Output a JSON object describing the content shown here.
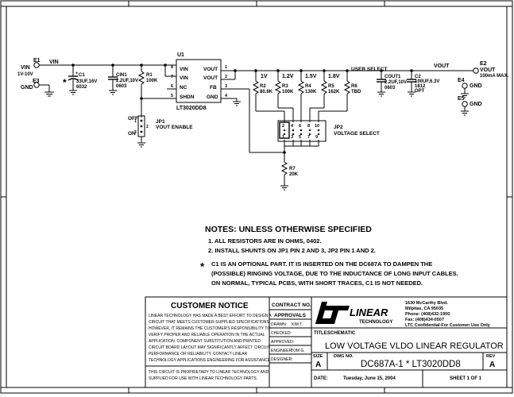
{
  "schematic": {
    "e1": {
      "ref": "E1",
      "net": "VIN",
      "range": "1V-10V"
    },
    "e3": {
      "ref": "E3",
      "net": "GND"
    },
    "vin_net": "VIN",
    "c1": {
      "ref": "C1",
      "value": "33UF,16V",
      "part": "6032",
      "mark": "*"
    },
    "cin1": {
      "ref": "CIN1",
      "value": "2.2UF,10V",
      "size": "0603"
    },
    "r1": {
      "ref": "R1",
      "value": "100K"
    },
    "u1": {
      "ref": "U1",
      "part": "LT3020DD8",
      "left_pins": [
        {
          "num": "8",
          "name": "VIN"
        },
        {
          "num": "7",
          "name": "VIN"
        },
        {
          "num": "6",
          "name": "NC"
        },
        {
          "num": "5",
          "name": "SHDN"
        }
      ],
      "right_pins": [
        {
          "num": "1",
          "name": "VOUT"
        },
        {
          "num": "2",
          "name": "VOUT"
        },
        {
          "num": "3",
          "name": "FB"
        },
        {
          "num": "4",
          "name": "GND"
        }
      ]
    },
    "jp1": {
      "ref": "JP1",
      "label": "VOUT ENABLE",
      "off": "OFF",
      "on": "ON",
      "pins": [
        "1",
        "2",
        "3"
      ]
    },
    "voltages": [
      "1V",
      "1.2V",
      "1.5V",
      "1.8V",
      "USER SELECT"
    ],
    "resistors": [
      {
        "ref": "R2",
        "value": "80.6K"
      },
      {
        "ref": "R3",
        "value": "100K"
      },
      {
        "ref": "R4",
        "value": "130K"
      },
      {
        "ref": "R5",
        "value": "162K"
      },
      {
        "ref": "R6",
        "value": "TBD"
      }
    ],
    "jp2": {
      "ref": "JP2",
      "label": "VOLTAGE SELECT",
      "top_pins": [
        "2",
        "4",
        "6",
        "8",
        "10"
      ],
      "bottom_pins": [
        "1",
        "3",
        "5",
        "7",
        "9"
      ]
    },
    "r7": {
      "ref": "R7",
      "value": "20K"
    },
    "cout1": {
      "ref": "COUT1",
      "value": "2.2UF,10V",
      "size": "0603"
    },
    "c2": {
      "ref": "C2",
      "value": "100UF,6.3V",
      "size": "1812",
      "note": "OPT"
    },
    "vout_net": "VOUT",
    "e2": {
      "ref": "E2",
      "net": "VOUT",
      "rating": "100mA MAX."
    },
    "e4": {
      "ref": "E4",
      "net": "GND"
    },
    "e5": {
      "ref": "E5",
      "net": "GND"
    }
  },
  "notes": {
    "heading": "NOTES:  UNLESS OTHERWISE SPECIFIED",
    "items": [
      "1.  ALL RESISTORS ARE IN OHMS, 0402.",
      "2.  INSTALL SHUNTS ON JP1 PIN 2 AND 3, JP2 PIN 1 AND 2."
    ],
    "star": "*",
    "c1_note": [
      "C1 IS AN OPTIONAL PART.  IT IS INSERTED ON THE DC687A TO DAMPEN THE",
      "(POSSIBLE) RINGING VOLTAGE, DUE TO THE INDUCTANCE OF LONG INPUT CABLES.",
      "ON NORMAL, TYPICAL PCBS, WITH SHORT TRACES, C1 IS NOT NEEDED."
    ]
  },
  "title_block": {
    "customer_notice_title": "CUSTOMER NOTICE",
    "customer_notice": [
      "LINEAR TECHNOLOGY HAS MADE A BEST EFFORT TO DESIGN A",
      "CIRCUIT THAT MEETS CUSTOMER-SUPPLIED SPECIFICATIONS;",
      "HOWEVER, IT REMAINS THE CUSTOMER'S RESPONSIBILITY TO",
      "VERIFY PROPER AND RELIABLE OPERATION IN THE ACTUAL",
      "APPLICATION.  COMPONENT SUBSTITUTION AND PRINTED",
      "CIRCUIT BOARD LAYOUT MAY SIGNIFICANTLY AFFECT CIRCUIT",
      "PERFORMANCE OR RELIABILITY.  CONTACT LINEAR",
      "TECHNOLOGY APPLICATIONS ENGINEERING FOR ASSISTANCE."
    ],
    "proprietary": [
      "THIS CIRCUIT IS PROPRIETARY TO LINEAR TECHNOLOGY AND",
      "SUPPLIED FOR USE WITH LINEAR TECHNOLOGY PARTS."
    ],
    "contract_no": "CONTRACT NO.",
    "approvals": "APPROVALS",
    "drawn_label": "DRAWN:",
    "drawn": "KIM T.",
    "checked_label": "CHECKED:",
    "approved_label": "APPROVED:",
    "engineer_label": "ENGINEER:",
    "engineer": "TOM G.",
    "designer_label": "DESIGNER:",
    "logo_text": "LINEAR",
    "logo_sub": "TECHNOLOGY",
    "address": [
      "1630 McCarthy Blvd.",
      "Milpitas, CA 95035",
      "Phone: (408)432-1900",
      "Fax: (408)434-0507",
      "LTC Confidential-For Customer Use Only"
    ],
    "title_label": "TITLE:",
    "title_kind": "SCHEMATIC",
    "title": "LOW VOLTAGE VLDO LINEAR REGULATOR",
    "size_label": "SIZE",
    "size": "A",
    "dwg_label": "DWG NO.",
    "dwg": "DC687A-1 * LT3020DD8",
    "rev_label": "REV",
    "rev": "A",
    "date_label": "DATE:",
    "date": "Tuesday, June 15, 2004",
    "sheet": "SHEET  1  OF  1"
  }
}
